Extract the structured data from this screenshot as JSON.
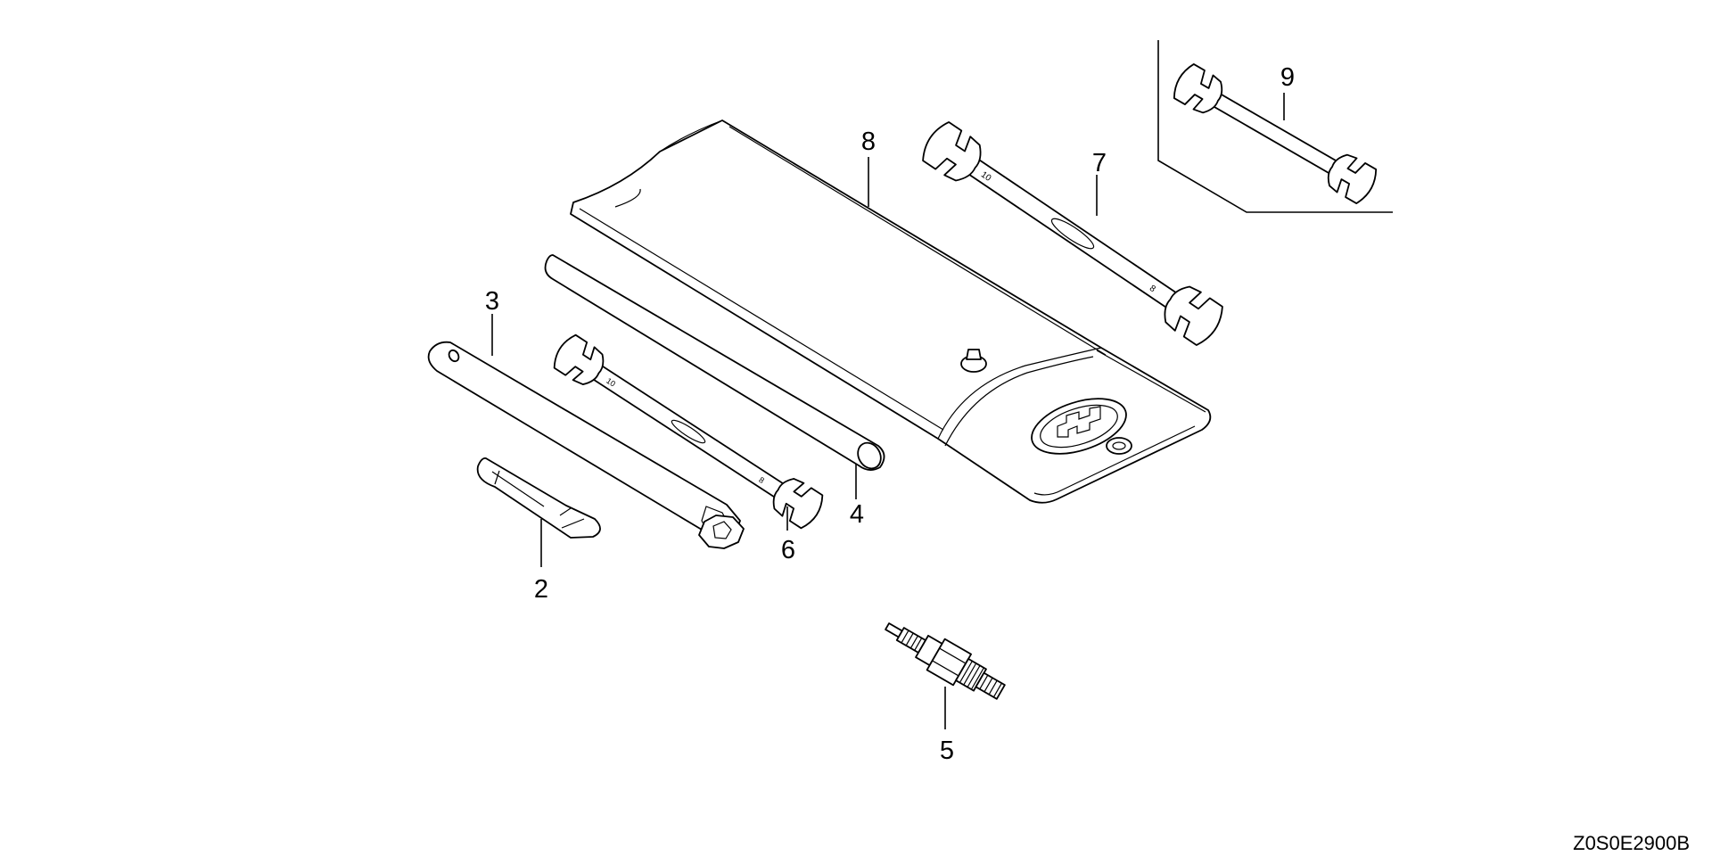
{
  "diagram": {
    "part_numbers": {
      "p2": "2",
      "p3": "3",
      "p4": "4",
      "p5": "5",
      "p6": "6",
      "p7": "7",
      "p8": "8",
      "p9": "9"
    },
    "drawing_code": "Z0S0E2900B"
  }
}
